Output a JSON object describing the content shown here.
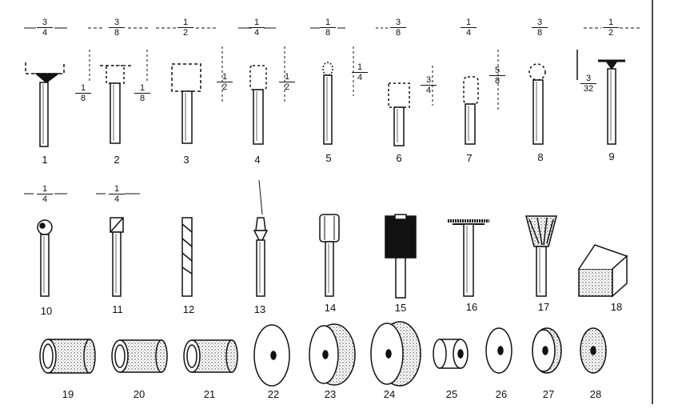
{
  "title": "",
  "row1": {
    "tools": [
      {
        "number": "1",
        "top_dim": [
          "3",
          "4"
        ]
      },
      {
        "number": "2",
        "top_dim": [
          "3",
          "8"
        ],
        "side_dim": [
          "1",
          "8"
        ]
      },
      {
        "number": "3",
        "top_dim": [
          "1",
          "2"
        ],
        "side_dim": [
          "1",
          "2"
        ]
      },
      {
        "number": "4",
        "top_dim": [
          "1",
          "4"
        ],
        "side_dim": [
          "1",
          "2"
        ]
      },
      {
        "number": "5",
        "top_dim": [
          "1",
          "8"
        ],
        "side_dim": [
          "1",
          "4"
        ]
      },
      {
        "number": "6",
        "top_dim": [
          "3",
          "8"
        ],
        "side_dim": [
          "3",
          "4"
        ]
      },
      {
        "number": "7",
        "top_dim": [
          "1",
          "4"
        ],
        "side_dim": [
          "5",
          "8"
        ]
      },
      {
        "number": "8",
        "top_dim": [
          "3",
          "8"
        ]
      },
      {
        "number": "9",
        "top_dim": [
          "1",
          "2"
        ],
        "side_dim": [
          "3",
          "32"
        ]
      }
    ],
    "extra_side_dim_2": [
      "1",
      "8"
    ]
  },
  "row2": {
    "tools": [
      {
        "number": "10",
        "top_dim": [
          "1",
          "4"
        ]
      },
      {
        "number": "11",
        "top_dim": [
          "1",
          "4"
        ]
      },
      {
        "number": "12"
      },
      {
        "number": "13"
      },
      {
        "number": "14"
      },
      {
        "number": "15"
      },
      {
        "number": "16"
      },
      {
        "number": "17"
      },
      {
        "number": "18"
      }
    ]
  },
  "row3": {
    "tools": [
      {
        "number": "19"
      },
      {
        "number": "20"
      },
      {
        "number": "21"
      },
      {
        "number": "22"
      },
      {
        "number": "23"
      },
      {
        "number": "24"
      },
      {
        "number": "25"
      },
      {
        "number": "26"
      },
      {
        "number": "27"
      },
      {
        "number": "28"
      }
    ]
  },
  "colors": {
    "ink": "#111111",
    "paper": "#ffffff"
  }
}
